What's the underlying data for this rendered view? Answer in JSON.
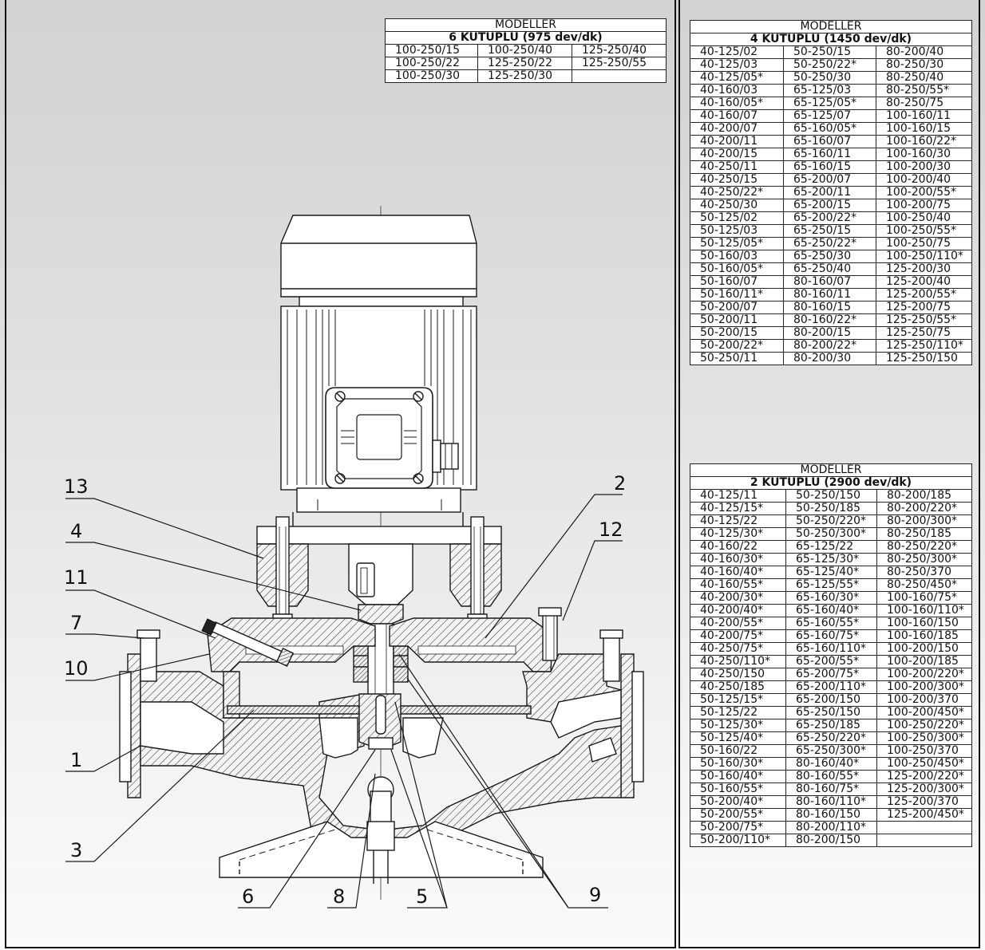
{
  "tables": {
    "six_pole": {
      "title": "MODELLER",
      "subtitle": "6 KUTUPLU (975 dev/dk)",
      "rows": [
        [
          "100-250/15",
          "100-250/40",
          "125-250/40"
        ],
        [
          "100-250/22",
          "125-250/22",
          "125-250/55"
        ],
        [
          "100-250/30",
          "125-250/30",
          ""
        ]
      ]
    },
    "four_pole": {
      "title": "MODELLER",
      "subtitle": "4 KUTUPLU (1450 dev/dk)",
      "rows": [
        [
          "40-125/02",
          "50-250/15",
          "80-200/40"
        ],
        [
          "40-125/03",
          "50-250/22*",
          "80-250/30"
        ],
        [
          "40-125/05*",
          "50-250/30",
          "80-250/40"
        ],
        [
          "40-160/03",
          "65-125/03",
          "80-250/55*"
        ],
        [
          "40-160/05*",
          "65-125/05*",
          "80-250/75"
        ],
        [
          "40-160/07",
          "65-125/07",
          "100-160/11"
        ],
        [
          "40-200/07",
          "65-160/05*",
          "100-160/15"
        ],
        [
          "40-200/11",
          "65-160/07",
          "100-160/22*"
        ],
        [
          "40-200/15",
          "65-160/11",
          "100-160/30"
        ],
        [
          "40-250/11",
          "65-160/15",
          "100-200/30"
        ],
        [
          "40-250/15",
          "65-200/07",
          "100-200/40"
        ],
        [
          "40-250/22*",
          "65-200/11",
          "100-200/55*"
        ],
        [
          "40-250/30",
          "65-200/15",
          "100-200/75"
        ],
        [
          "50-125/02",
          "65-200/22*",
          "100-250/40"
        ],
        [
          "50-125/03",
          "65-250/15",
          "100-250/55*"
        ],
        [
          "50-125/05*",
          "65-250/22*",
          "100-250/75"
        ],
        [
          "50-160/03",
          "65-250/30",
          "100-250/110*"
        ],
        [
          "50-160/05*",
          "65-250/40",
          "125-200/30"
        ],
        [
          "50-160/07",
          "80-160/07",
          "125-200/40"
        ],
        [
          "50-160/11*",
          "80-160/11",
          "125-200/55*"
        ],
        [
          "50-200/07",
          "80-160/15",
          "125-200/75"
        ],
        [
          "50-200/11",
          "80-160/22*",
          "125-250/55*"
        ],
        [
          "50-200/15",
          "80-200/15",
          "125-250/75"
        ],
        [
          "50-200/22*",
          "80-200/22*",
          "125-250/110*"
        ],
        [
          "50-250/11",
          "80-200/30",
          "125-250/150"
        ]
      ]
    },
    "two_pole": {
      "title": "MODELLER",
      "subtitle": "2 KUTUPLU (2900 dev/dk)",
      "rows": [
        [
          "40-125/11",
          "50-250/150",
          "80-200/185"
        ],
        [
          "40-125/15*",
          "50-250/185",
          "80-200/220*"
        ],
        [
          "40-125/22",
          "50-250/220*",
          "80-200/300*"
        ],
        [
          "40-125/30*",
          "50-250/300*",
          "80-250/185"
        ],
        [
          "40-160/22",
          "65-125/22",
          "80-250/220*"
        ],
        [
          "40-160/30*",
          "65-125/30*",
          "80-250/300*"
        ],
        [
          "40-160/40*",
          "65-125/40*",
          "80-250/370"
        ],
        [
          "40-160/55*",
          "65-125/55*",
          "80-250/450*"
        ],
        [
          "40-200/30*",
          "65-160/30*",
          "100-160/75*"
        ],
        [
          "40-200/40*",
          "65-160/40*",
          "100-160/110*"
        ],
        [
          "40-200/55*",
          "65-160/55*",
          "100-160/150"
        ],
        [
          "40-200/75*",
          "65-160/75*",
          "100-160/185"
        ],
        [
          "40-250/75*",
          "65-160/110*",
          "100-200/150"
        ],
        [
          "40-250/110*",
          "65-200/55*",
          "100-200/185"
        ],
        [
          "40-250/150",
          "65-200/75*",
          "100-200/220*"
        ],
        [
          "40-250/185",
          "65-200/110*",
          "100-200/300*"
        ],
        [
          "50-125/15*",
          "65-200/150",
          "100-200/370"
        ],
        [
          "50-125/22",
          "65-250/150",
          "100-200/450*"
        ],
        [
          "50-125/30*",
          "65-250/185",
          "100-250/220*"
        ],
        [
          "50-125/40*",
          "65-250/220*",
          "100-250/300*"
        ],
        [
          "50-160/22",
          "65-250/300*",
          "100-250/370"
        ],
        [
          "50-160/30*",
          "80-160/40*",
          "100-250/450*"
        ],
        [
          "50-160/40*",
          "80-160/55*",
          "125-200/220*"
        ],
        [
          "50-160/55*",
          "80-160/75*",
          "125-200/300*"
        ],
        [
          "50-200/40*",
          "80-160/110*",
          "125-200/370"
        ],
        [
          "50-200/55*",
          "80-160/150",
          "125-200/450*"
        ],
        [
          "50-200/75*",
          "80-200/110*",
          ""
        ],
        [
          "50-200/110*",
          "80-200/150",
          ""
        ]
      ]
    }
  },
  "callouts": {
    "c1": "1",
    "c2": "2",
    "c3": "3",
    "c4": "4",
    "c5": "5",
    "c6": "6",
    "c7": "7",
    "c8": "8",
    "c9": "9",
    "c10": "10",
    "c11": "11",
    "c12": "12",
    "c13": "13"
  },
  "colors": {
    "line": "#1a1a1a",
    "hatch": "#333333",
    "table_bg": "#ffffff"
  }
}
